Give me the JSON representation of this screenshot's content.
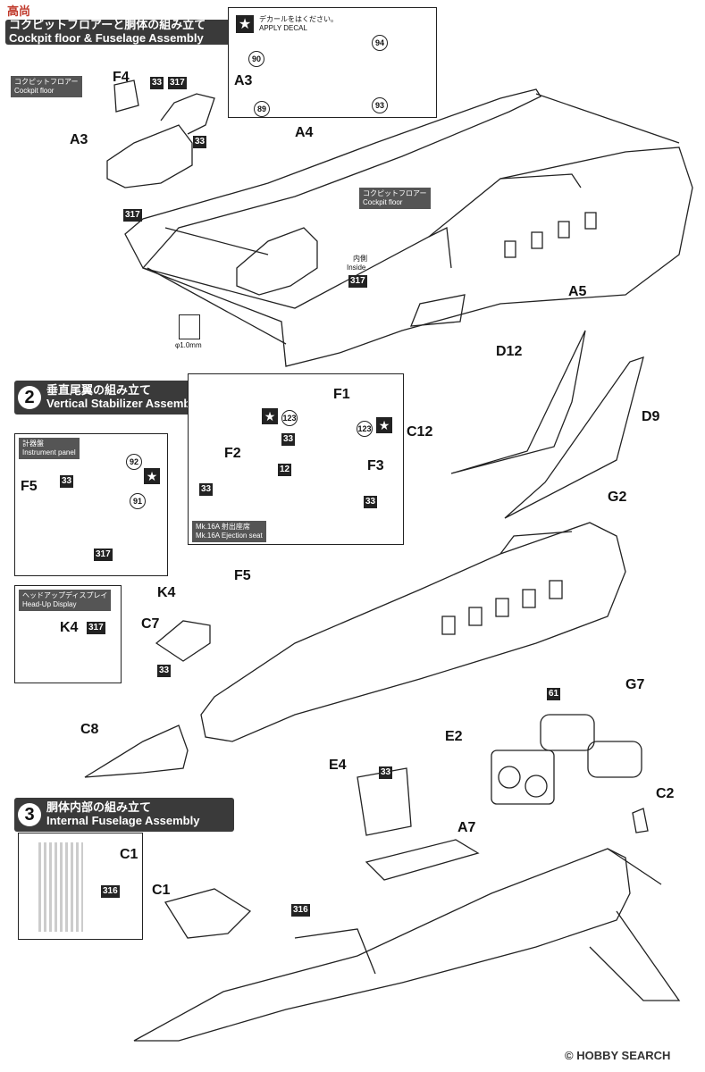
{
  "header": {
    "title": "コクピットフロアーと胴体の組み立て",
    "title_en": "Cockpit floor & Fuselage Assembly",
    "watermark": "高尚"
  },
  "step1": {
    "apply_decal_jp": "デカールをはください。",
    "apply_decal_en": "APPLY DECAL",
    "decals": [
      "90",
      "94",
      "89",
      "93"
    ],
    "cockpit_floor_tag_jp": "コクピットフロアー",
    "cockpit_floor_tag_en": "Cockpit floor",
    "parts": [
      "F4",
      "A3",
      "A3",
      "A4",
      "A5"
    ],
    "codes": [
      "33",
      "317",
      "33",
      "317",
      "317"
    ],
    "inside_jp": "内側",
    "inside_en": "Inside",
    "drill": "φ1.0mm"
  },
  "step2": {
    "num": "2",
    "title": "垂直尾翼の組み立て",
    "title_en": "Vertical Stabilizer Assembly",
    "instrument_jp": "計器盤",
    "instrument_en": "Instrument panel",
    "hud_jp": "ヘッドアップディスプレイ",
    "hud_en": "Head-Up Display",
    "seat_jp": "Mk.16A 射出座席",
    "seat_en": "Mk.16A Ejection seat",
    "parts": [
      "F1",
      "F2",
      "F3",
      "F5",
      "K4",
      "F5",
      "K4",
      "C7",
      "C8",
      "C12",
      "D12",
      "D9",
      "G2"
    ],
    "codes": [
      "33",
      "12",
      "33",
      "33",
      "33",
      "317",
      "317",
      "33"
    ],
    "decals": [
      "123",
      "123",
      "92",
      "91"
    ]
  },
  "step3": {
    "num": "3",
    "title": "胴体内部の組み立て",
    "title_en": "Internal Fuselage Assembly",
    "parts": [
      "E2",
      "E4",
      "G7",
      "C2",
      "A7",
      "C1",
      "C1"
    ],
    "codes": [
      "61",
      "33",
      "316",
      "316"
    ]
  },
  "footer": {
    "copyright": "©",
    "brand": "HOBBY SEARCH"
  }
}
